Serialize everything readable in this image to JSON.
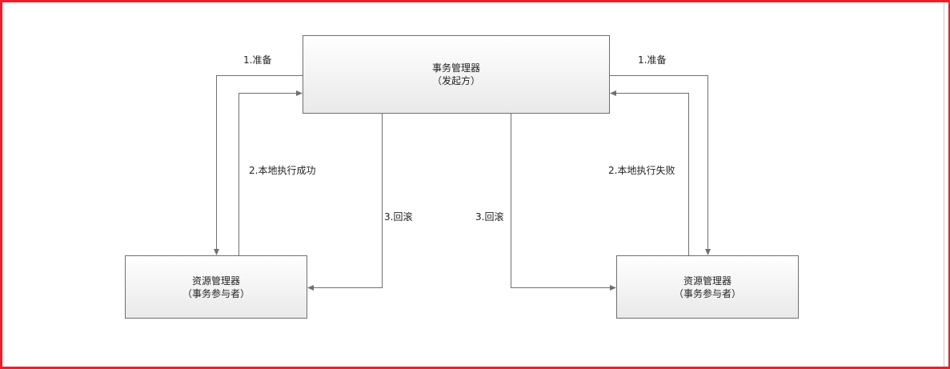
{
  "nodes": {
    "coordinator": {
      "title": "事务管理器",
      "subtitle": "（发起方）"
    },
    "participant_left": {
      "title": "资源管理器",
      "subtitle": "（事务参与者）"
    },
    "participant_right": {
      "title": "资源管理器",
      "subtitle": "（事务参与者）"
    }
  },
  "edges": {
    "prepare_left": "1.准备",
    "prepare_right": "1.准备",
    "reply_left": "2.本地执行成功",
    "reply_right": "2.本地执行失败",
    "rollback_left": "3.回滚",
    "rollback_right": "3.回滚"
  },
  "colors": {
    "frame_border": "#e8202a",
    "box_fill_top": "#ffffff",
    "box_fill_bottom": "#e9e9e9",
    "line": "#6f6f6f"
  }
}
